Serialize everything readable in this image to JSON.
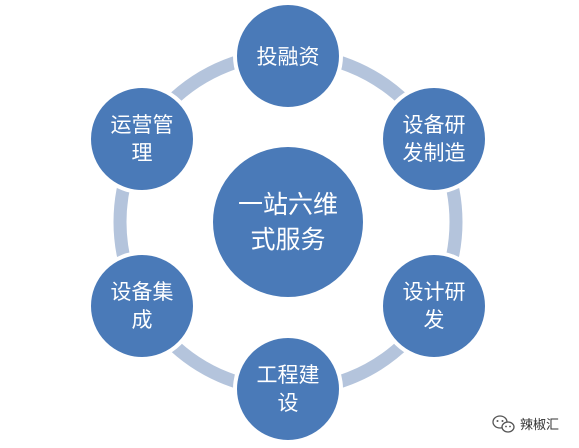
{
  "diagram": {
    "center": {
      "lines": [
        "一站六维",
        "式服务"
      ]
    },
    "nodes": [
      {
        "id": "financing",
        "lines": [
          "投融资"
        ]
      },
      {
        "id": "equipment-rd",
        "lines": [
          "设备研",
          "发制造"
        ]
      },
      {
        "id": "design-rd",
        "lines": [
          "设计研",
          "发"
        ]
      },
      {
        "id": "construction",
        "lines": [
          "工程建",
          "设"
        ]
      },
      {
        "id": "integration",
        "lines": [
          "设备集",
          "成"
        ]
      },
      {
        "id": "operations",
        "lines": [
          "运营管",
          "理"
        ]
      }
    ]
  },
  "watermark": {
    "text": "辣椒汇",
    "icon": "wechat-icon"
  },
  "colors": {
    "node_fill": "#4a7ab8",
    "ring": "#b4c4dc",
    "stroke": "#ffffff"
  }
}
